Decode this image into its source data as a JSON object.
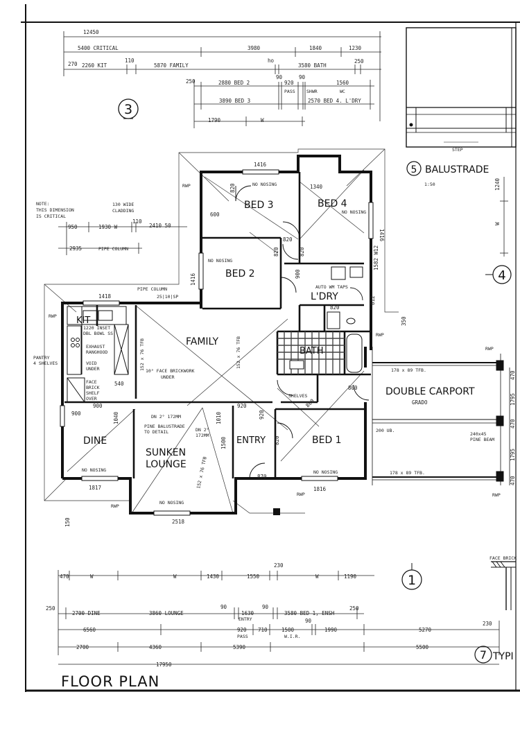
{
  "sheet_title": "FLOOR PLAN",
  "detail_markers": {
    "detail_3": "3",
    "detail_4": "4",
    "detail_1": "1",
    "detail_5": "5",
    "detail_7": "7"
  },
  "balustrade": {
    "title": "BALUSTRADE",
    "scale": "1:50",
    "step_label": "STEP"
  },
  "typical_label": "TYPI",
  "rooms": {
    "bed3": "BED 3",
    "bed4": "BED 4",
    "bed2": "BED 2",
    "ldry": "L'DRY",
    "family": "FAMILY",
    "kit": "KIT",
    "bath": "BATH",
    "double_carport": "DOUBLE CARPORT",
    "carport_sub": "GRADO",
    "dine": "DINE",
    "sunken_lounge_1": "SUNKEN",
    "sunken_lounge_2": "LOUNGE",
    "entry": "ENTRY",
    "bed1": "BED 1"
  },
  "note": {
    "line1": "NOTE:",
    "line2": "THIS DIMENSION",
    "line3": "IS CRITICAL"
  },
  "annotations": {
    "no_nosing": "NO NOSING",
    "rwp": "RWP",
    "pipe_column": "PIPE COLUMN",
    "pipe_column_dim": "25|10|SP",
    "pantry": "PANTRY",
    "pantry_shelves": "4 SHELVES",
    "kit_inset": "1220 INSET",
    "kit_bowl": "DBL BOWL SS",
    "kit_exhaust": "EXHAUST",
    "kit_rangehood": "RANGHOOD",
    "kit_void": "VOID",
    "kit_under": "UNDER",
    "face_brick_1": "FACE",
    "face_brick_2": "BRICK",
    "face_brick_3": "SHELF",
    "face_brick_4": "OVER",
    "brickwork_1": "10° FACE BRICKWORK",
    "brickwork_2": "UNDER",
    "beam_152": "152 x 76 TFB",
    "auto_wm": "AUTO WM TAPS",
    "shelves": "SHELVES",
    "pine_balustrade_1": "PINE BALUSTRADE",
    "pine_balustrade_2": "TO DETAIL",
    "dn2_1": "DN 2° 172MM",
    "dn2_2": "DN 2°",
    "dn2_3": "172MM",
    "tfb_178_top": "178 x 89 TFB.",
    "tfb_178_bottom": "178 x 89 TFB.",
    "ub_200": "200 UB.",
    "pine_beam_1": "240x45",
    "pine_beam_2": "PINE BEAM",
    "cladding_1": "130 WIDE",
    "cladding_2": "CLADDING",
    "pipe_column_note": "PIPE COLUMN",
    "face_brick_bottom": "FACE BRICK",
    "w_label": "W",
    "ho_label": "ho"
  },
  "dims_top": {
    "d12450": "12450",
    "d5400": "5400 CRITICAL",
    "d3980": "3980",
    "d1840": "1840",
    "d1230": "1230",
    "d270": "270",
    "d2260": "2260 KIT",
    "d110": "110",
    "d5870": "5870 FAMILY",
    "d3580": "3580 BATH",
    "d250a": "250",
    "d250b": "250",
    "d2880": "2880 BED 2",
    "d90a": "90",
    "d90b": "90",
    "d920": "920",
    "d1560": "1560",
    "d_pass": "PASS",
    "d_shwr": "SHWR",
    "d_wc": "WC",
    "d3890": "3890 BED 3",
    "d2570": "2570 BED 4. L'DRY",
    "d1790": "1790",
    "d_w": "W"
  },
  "dims_left": {
    "d950": "950",
    "d1930": "1930 W",
    "d110": "110",
    "d2410": "2410 50",
    "d2935": "2935",
    "d_pipecol": "PIPE COLUMN",
    "d600": "600",
    "d900": "900",
    "d540": "540",
    "d1040": "1040",
    "d150": "150"
  },
  "dims_plan": {
    "d1416_bed3": "1416",
    "d1340": "1340",
    "d1416_bed4": "1416",
    "d1416_bed2": "1416",
    "d1418": "1418",
    "d820_a": "820",
    "d820_b": "820",
    "d820_c": "820",
    "d820_d": "820",
    "d820_e": "820",
    "d900_ldry": "900",
    "d1582": "1582 W12",
    "d812": "812",
    "d920_a": "920",
    "d920_b": "920",
    "d820_entry": "820",
    "d800_a": "800",
    "d800_b": "800",
    "d870": "870",
    "d1010": "1010",
    "d1500": "1500",
    "d1817": "1817",
    "d2518": "2518",
    "d1816": "1816",
    "d350": "350",
    "d1240": "1240",
    "d470_a": "470",
    "d1795_a": "1795",
    "d470_b": "470",
    "d1795_b": "1795",
    "d470_c": "470",
    "d920_dine": "900",
    "d900_dine": "900"
  },
  "dims_bottom": {
    "d470": "470",
    "d_w1": "W",
    "d_w2": "W",
    "d1430": "1430",
    "d1550": "1550",
    "d230a": "230",
    "d_w3": "W",
    "d1190": "1190",
    "d250": "250",
    "d2700_dine": "2700 DINE",
    "d3860": "3860 LOUNGE",
    "d90a": "90",
    "d1630": "1630",
    "d_entry": "ENTRY",
    "d90b": "90",
    "d3580": "3580 BED 1, ENSH",
    "d250b": "250",
    "d6560": "6560",
    "d920": "920",
    "d710": "710",
    "d_pass": "PASS",
    "d1500": "1500",
    "d_wir": "W.I.R.",
    "d90c": "90",
    "d1990": "1990",
    "d5270": "5270",
    "d230b": "230",
    "d2700": "2700",
    "d4360": "4360",
    "d5390": "5390",
    "d5500": "5500",
    "d17950": "17950"
  },
  "colors": {
    "ink": "#111111",
    "paper": "#ffffff",
    "tile": "#444444"
  }
}
